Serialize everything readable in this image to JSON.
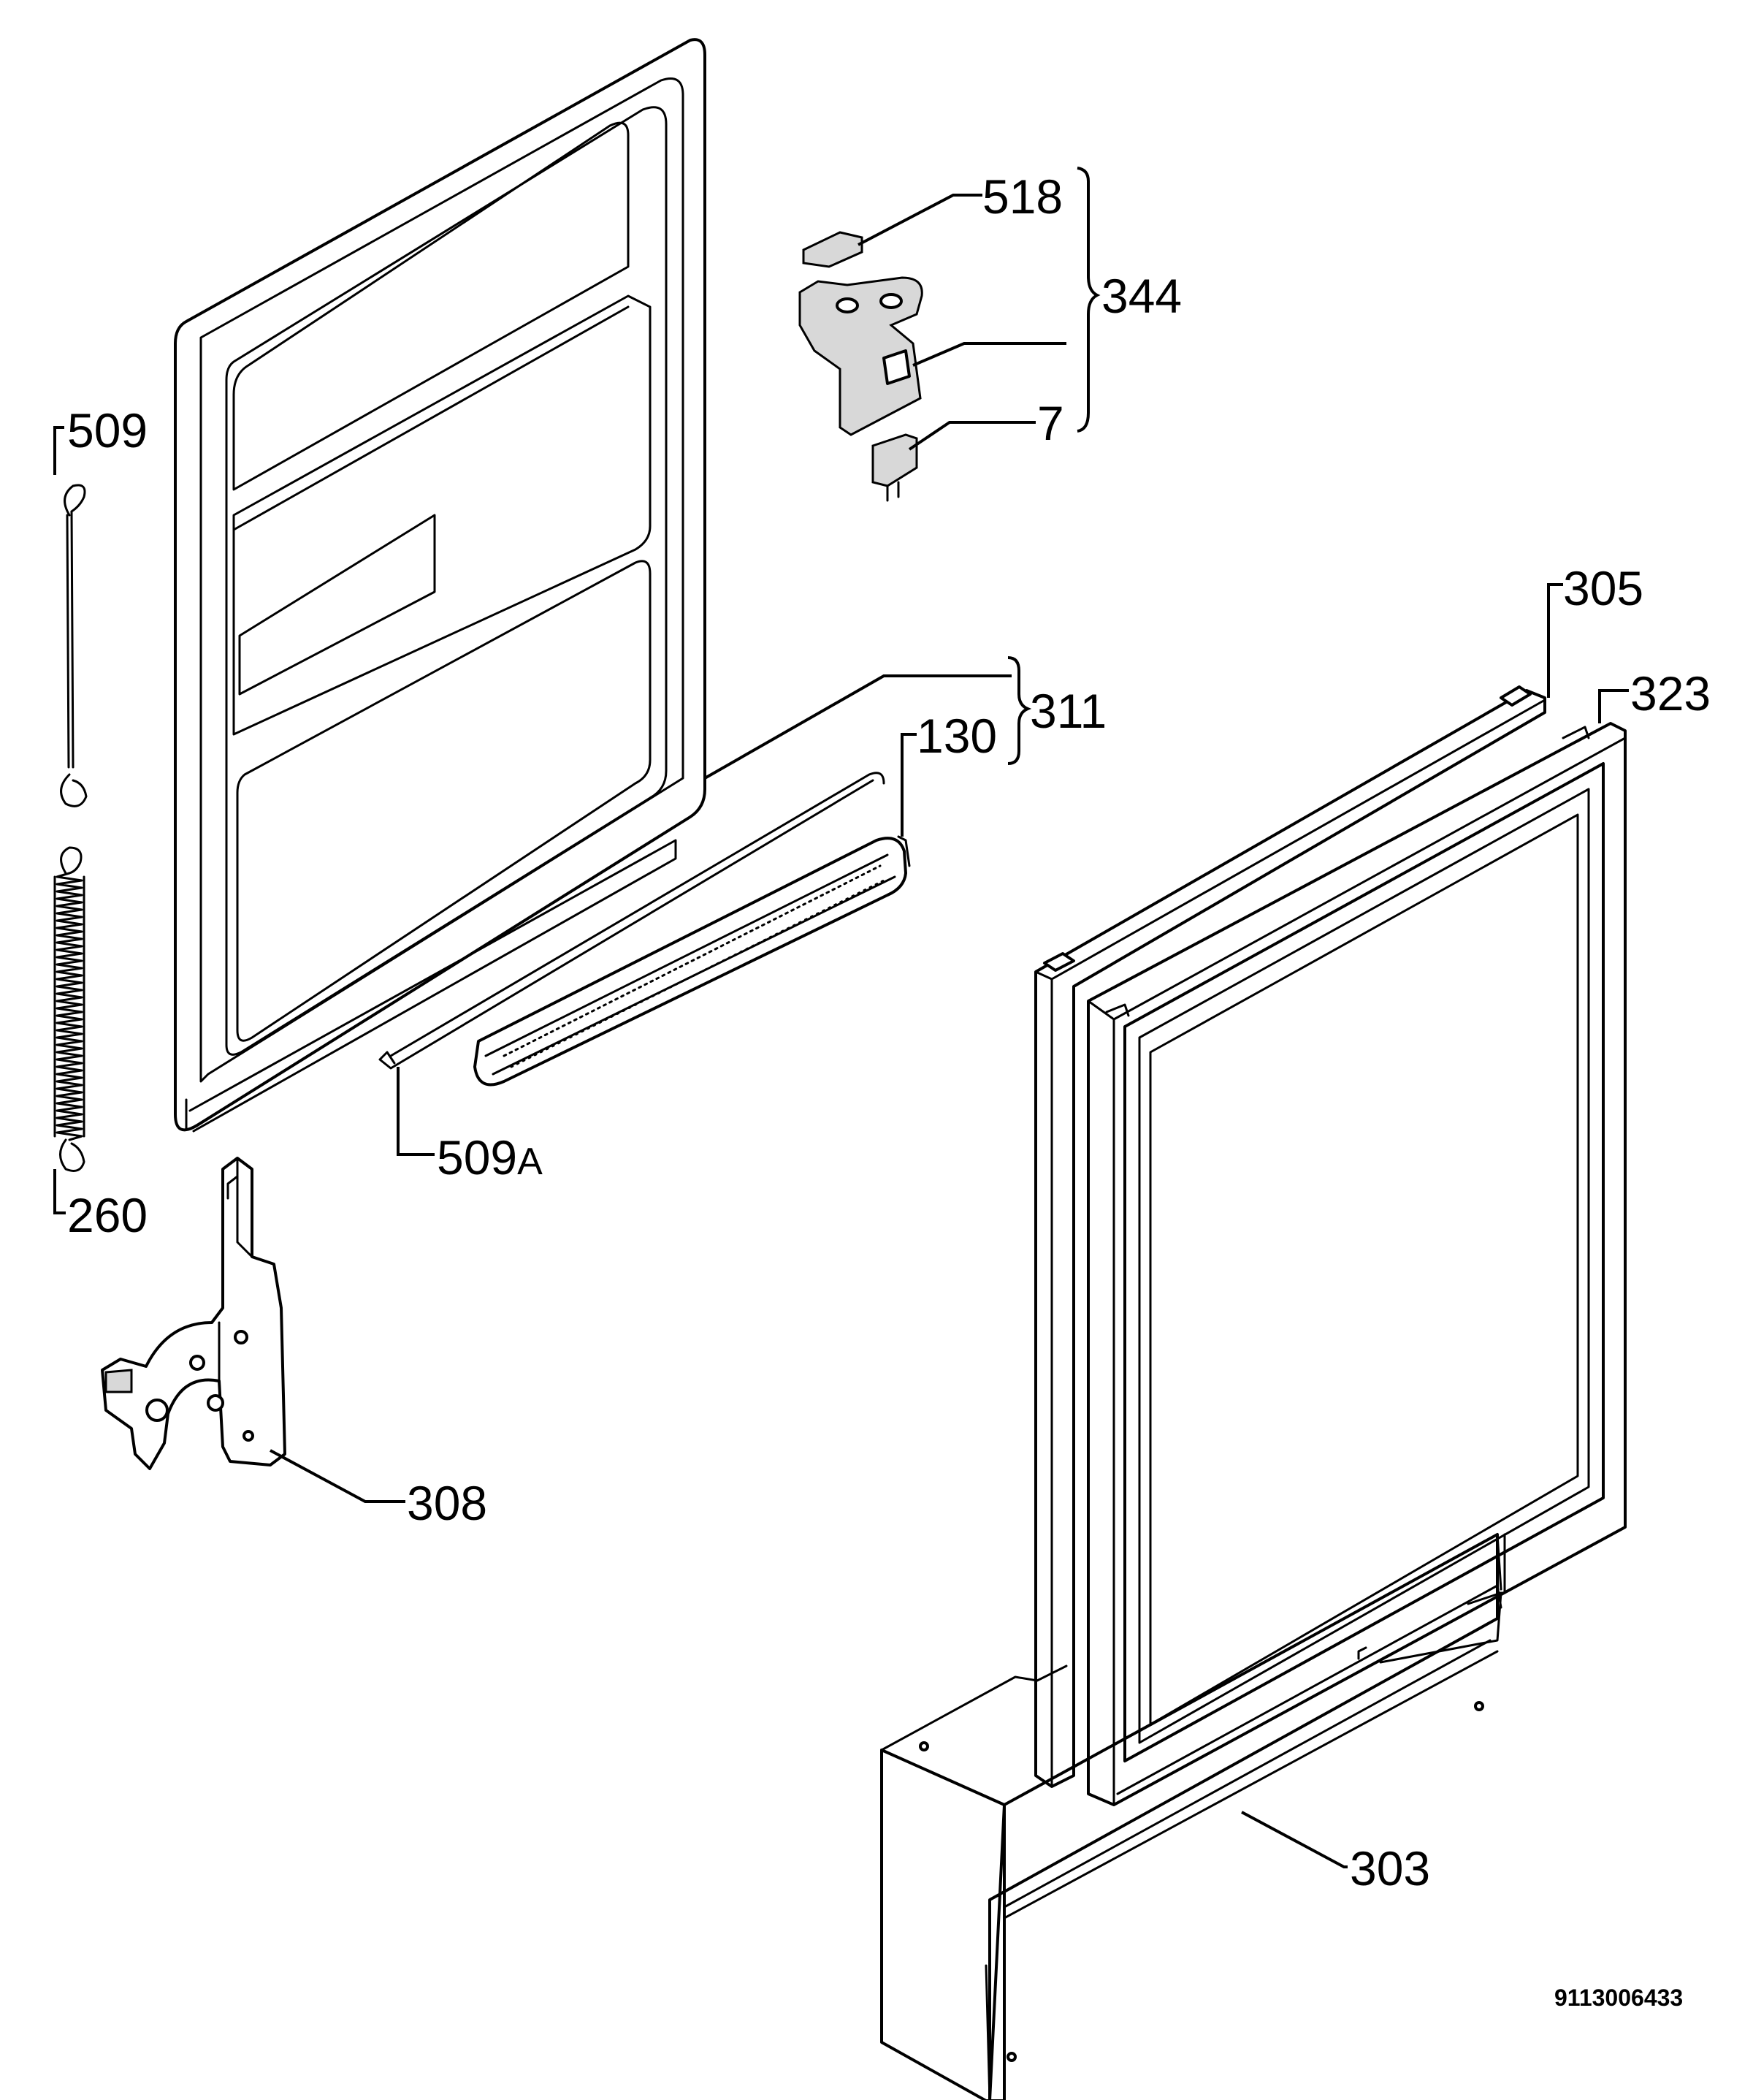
{
  "callouts": {
    "p518": "518",
    "p344": "344",
    "p7": "7",
    "p509": "509",
    "p305": "305",
    "p323": "323",
    "p311": "311",
    "p130": "130",
    "p509a": "509",
    "p509a_suffix": "A",
    "p260": "260",
    "p308": "308",
    "p303": "303"
  },
  "document_id": "9113006433"
}
